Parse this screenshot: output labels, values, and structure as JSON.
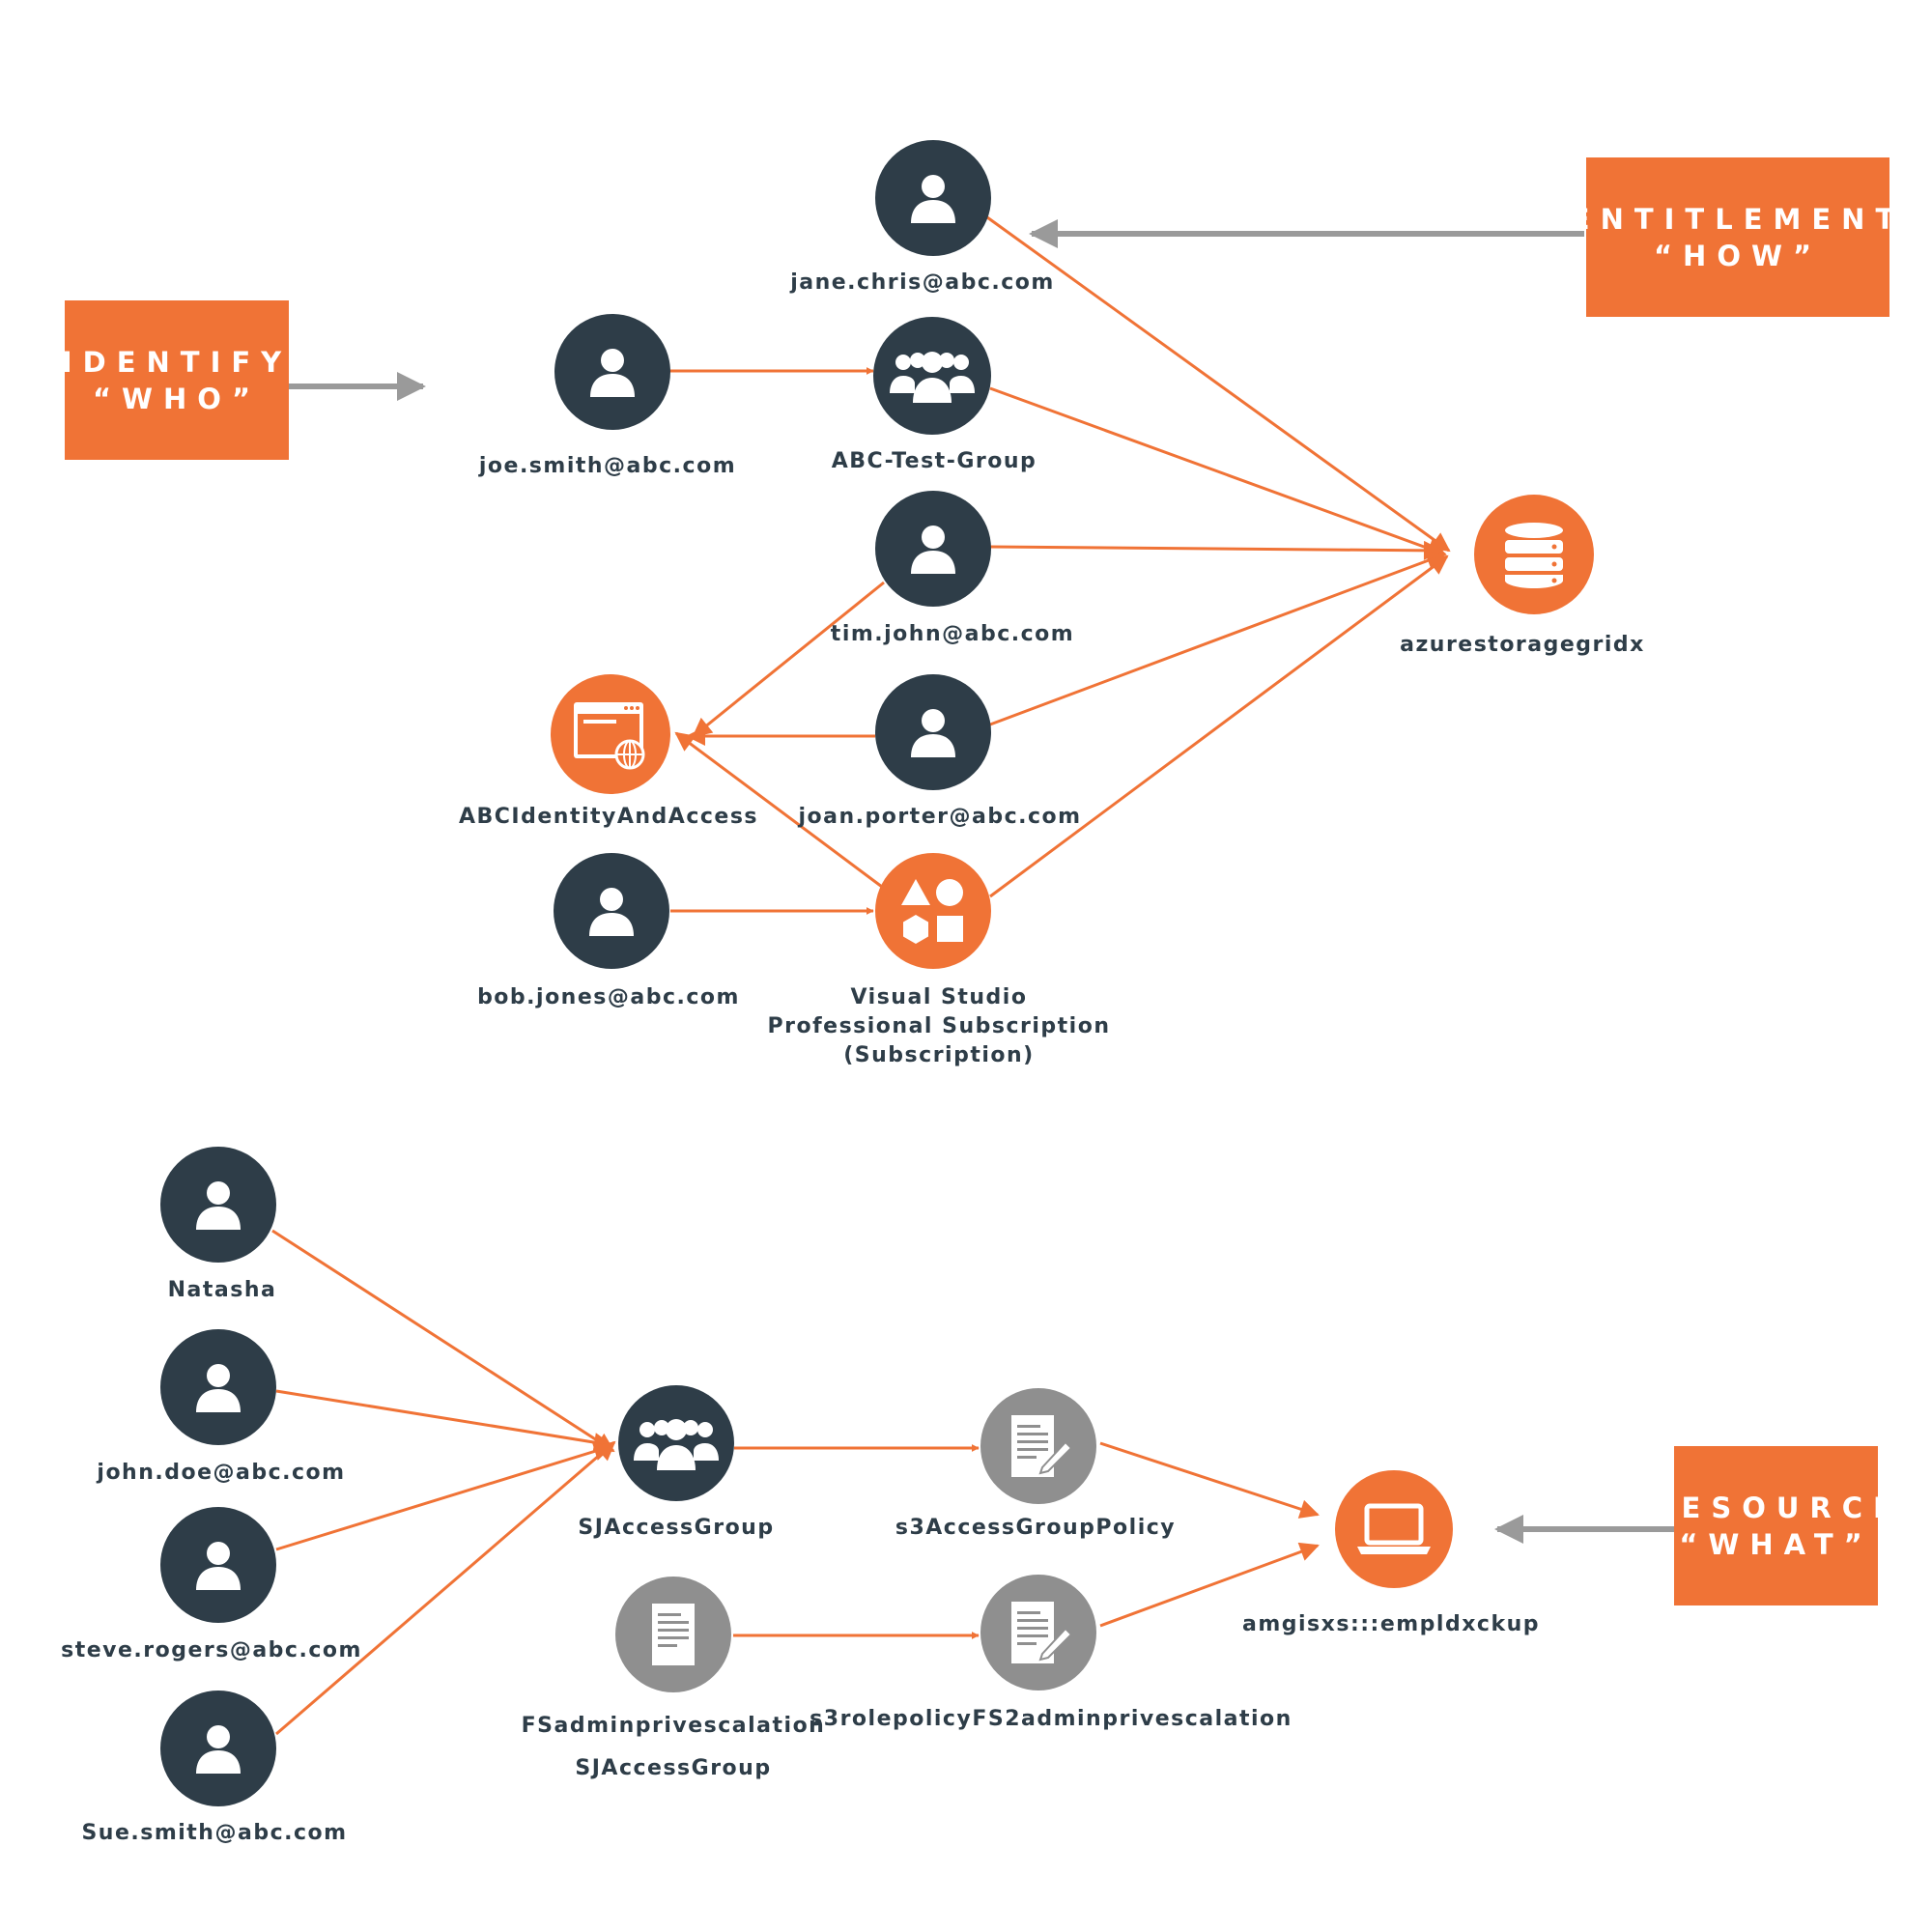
{
  "callouts": {
    "identify": {
      "line1": "IDENTIFY",
      "line2": "“WHO”"
    },
    "entitlement": {
      "line1": "ENTITLEMENT",
      "line2": "“HOW”"
    },
    "resource": {
      "line1": "RESOURCE",
      "line2": "“WHAT”"
    }
  },
  "colors": {
    "accent": "#f07336",
    "node_dark": "#2e3d48",
    "node_gray": "#8f8f8f",
    "pointer_gray": "#9a9a9a"
  },
  "top_graph": {
    "nodes": {
      "jane": {
        "label": "jane.chris@abc.com",
        "icon": "user-icon"
      },
      "joe": {
        "label": "joe.smith@abc.com",
        "icon": "user-icon"
      },
      "abc_group": {
        "label": "ABC-Test-Group",
        "icon": "group-icon"
      },
      "tim": {
        "label": "tim.john@abc.com",
        "icon": "user-icon"
      },
      "storage": {
        "label": "azurestoragegridx",
        "icon": "database-icon"
      },
      "identity_app": {
        "label": "ABCIdentityAndAccess",
        "icon": "web-app-icon"
      },
      "joan": {
        "label": "joan.porter@abc.com",
        "icon": "user-icon"
      },
      "bob": {
        "label": "bob.jones@abc.com",
        "icon": "user-icon"
      },
      "vs_sub": {
        "label_lines": [
          "Visual Studio",
          "Professional Subscription",
          "(Subscription)"
        ],
        "icon": "shapes-icon"
      }
    }
  },
  "bottom_graph": {
    "nodes": {
      "natasha": {
        "label": "Natasha",
        "icon": "user-icon"
      },
      "john": {
        "label": "john.doe@abc.com",
        "icon": "user-icon"
      },
      "steve": {
        "label": "steve.rogers@abc.com",
        "icon": "user-icon"
      },
      "sue": {
        "label": "Sue.smith@abc.com",
        "icon": "user-icon"
      },
      "sj_group": {
        "label": "SJAccessGroup",
        "icon": "group-icon"
      },
      "s3_policy": {
        "label": "s3AccessGroupPolicy",
        "icon": "policy-edit-icon"
      },
      "fs_policy": {
        "label_lines": [
          "FSadminprivescalation",
          "SJAccessGroup"
        ],
        "icon": "document-icon"
      },
      "s3_role_policy": {
        "label": "s3rolepolicyFS2adminprivescalation",
        "icon": "policy-edit-icon"
      },
      "resource": {
        "label": "amgisxs:::empldxckup",
        "icon": "laptop-icon"
      }
    }
  }
}
